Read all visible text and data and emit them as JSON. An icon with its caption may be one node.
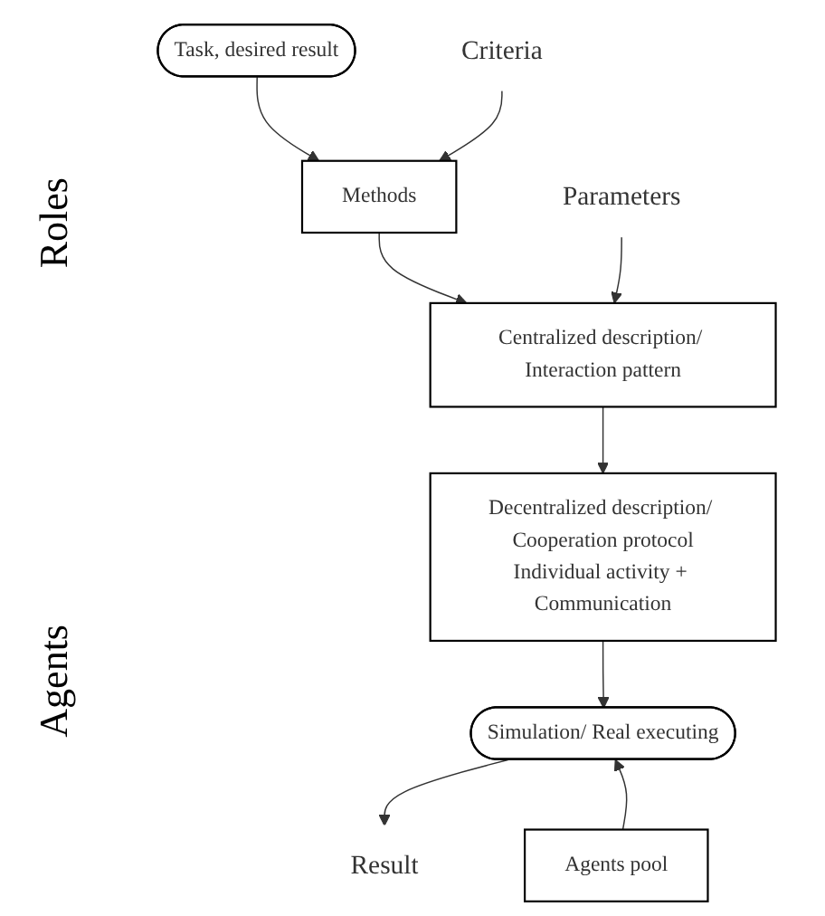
{
  "diagram": {
    "nodes": [
      {
        "text": [
          "Task, desired result"
        ]
      },
      {
        "text": [
          "Methods"
        ]
      },
      {
        "text": [
          "Centralized description/ Interaction pattern"
        ]
      },
      {
        "text": [
          "Decentralized description/ Cooperation protocol",
          "Individual activity + Communication"
        ]
      },
      {
        "text": [
          "Simulation/ Real executing"
        ]
      },
      {
        "text": [
          "Agents pool"
        ]
      },
      {
        "text": [
          "Criteria"
        ]
      },
      {
        "text": [
          "Parameters"
        ]
      },
      {
        "text": [
          "Result"
        ]
      }
    ],
    "edges": [
      {
        "from": 0,
        "to": 1,
        "arrow": "to"
      },
      {
        "from": 6,
        "to": 1,
        "arrow": "to"
      },
      {
        "from": 1,
        "to": 2,
        "arrow": "to"
      },
      {
        "from": 7,
        "to": 2,
        "arrow": "to"
      },
      {
        "from": 2,
        "to": 3,
        "arrow": "to"
      },
      {
        "from": 3,
        "to": 4,
        "arrow": "to"
      },
      {
        "from": 4,
        "to": 8,
        "arrow": "to"
      },
      {
        "from": 5,
        "to": 4,
        "arrow": "to"
      }
    ],
    "labels": [
      "Roles",
      "Agents"
    ]
  }
}
